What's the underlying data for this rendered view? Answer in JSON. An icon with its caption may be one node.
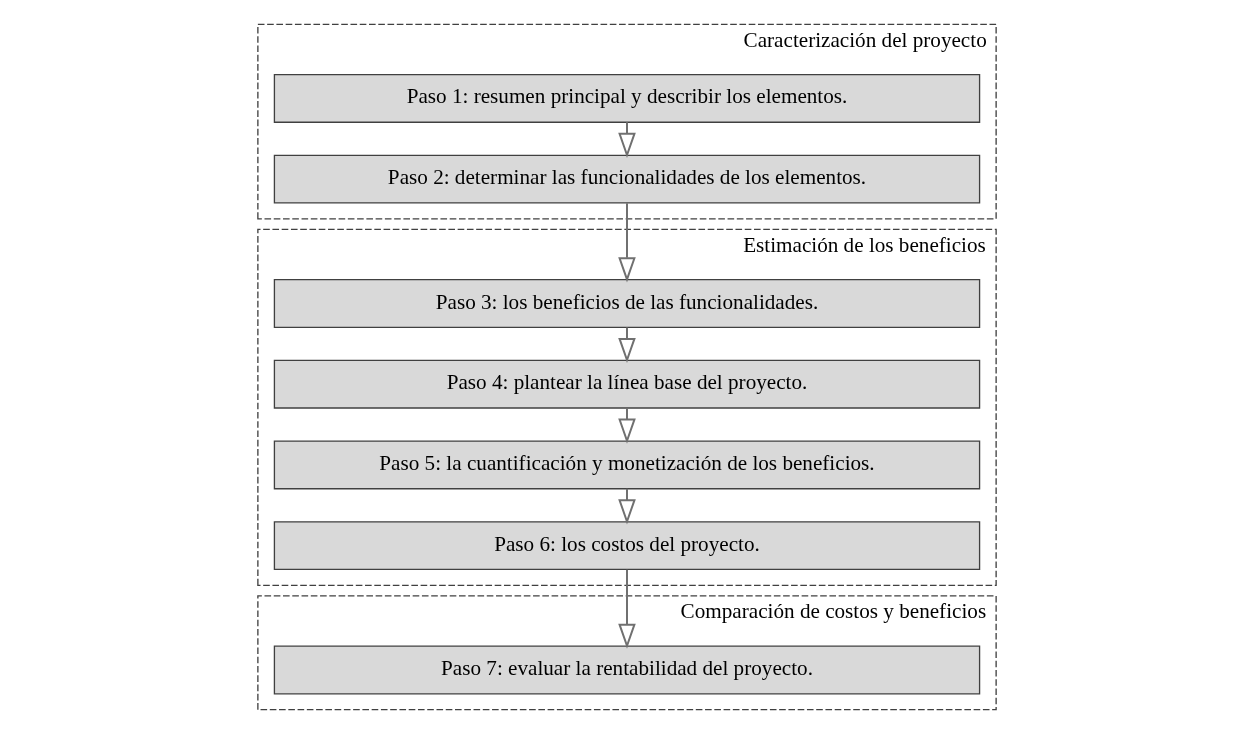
{
  "diagram": {
    "nodes": [
      {
        "text": [
          "Caracterización del proyecto"
        ]
      },
      {
        "text": [
          "Paso 1: resumen principal y describir los elementos."
        ],
        "in": 0
      },
      {
        "text": [
          "Paso 2: determinar las funcionalidades de los elementos."
        ],
        "in": 0
      },
      {
        "text": [
          "Estimación de los beneficios"
        ]
      },
      {
        "text": [
          "Paso 3: los beneficios de las funcionalidades."
        ],
        "in": 3
      },
      {
        "text": [
          "Paso 4: plantear la línea base del proyecto."
        ],
        "in": 3
      },
      {
        "text": [
          "Paso 5: la cuantificación y monetización de los beneficios."
        ],
        "in": 3
      },
      {
        "text": [
          "Paso 6: los costos del proyecto."
        ],
        "in": 3
      },
      {
        "text": [
          "Comparación de costos y beneficios"
        ]
      },
      {
        "text": [
          "Paso 7: evaluar la rentabilidad del proyecto."
        ],
        "in": 8
      }
    ],
    "edges": [
      {
        "from": 1,
        "to": 2,
        "arrow": "to"
      },
      {
        "from": 2,
        "to": 4,
        "arrow": "to"
      },
      {
        "from": 4,
        "to": 5,
        "arrow": "to"
      },
      {
        "from": 5,
        "to": 6,
        "arrow": "to"
      },
      {
        "from": 6,
        "to": 7,
        "arrow": "to"
      },
      {
        "from": 7,
        "to": 9,
        "arrow": "to"
      }
    ]
  }
}
